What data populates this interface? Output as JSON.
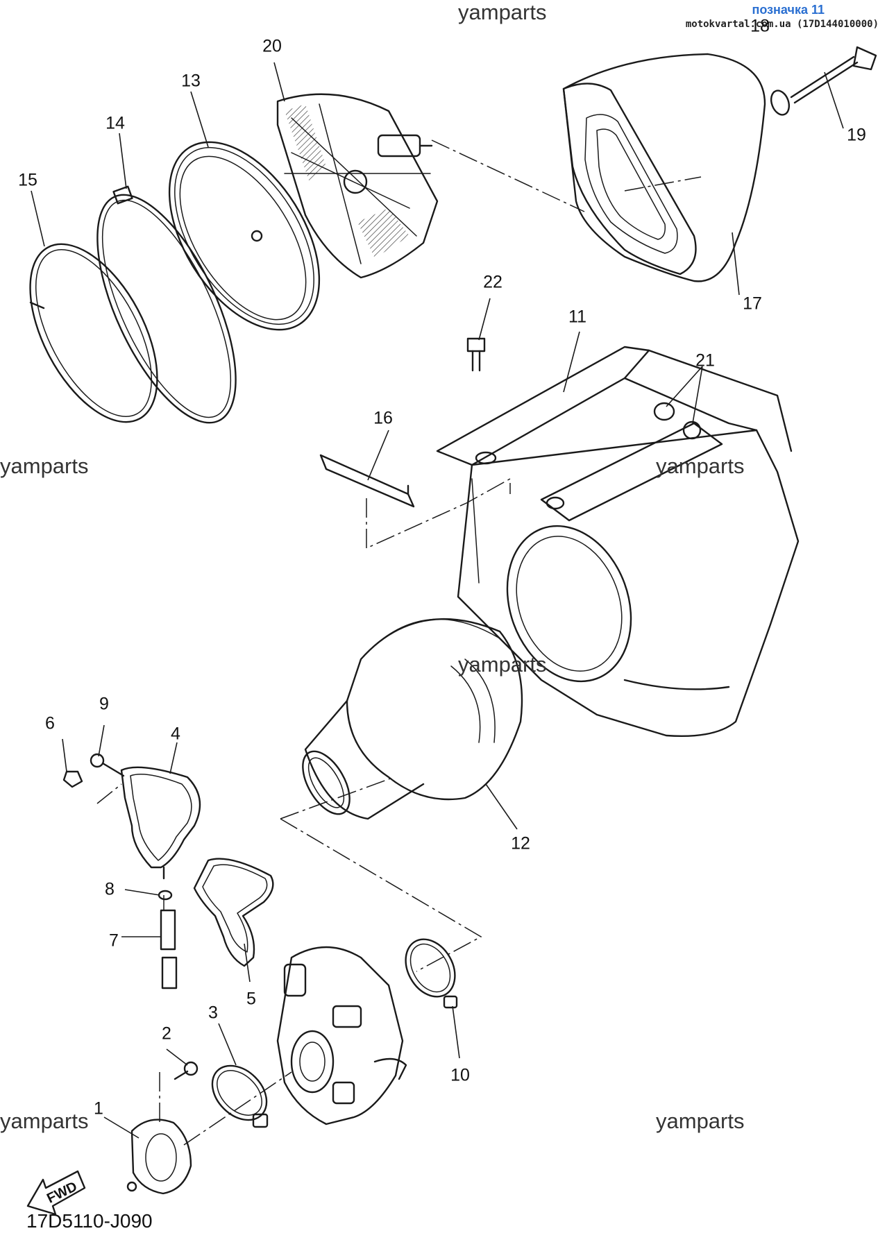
{
  "watermarks": [
    "yamparts",
    "yamparts",
    "yamparts",
    "yamparts",
    "yamparts",
    "yamparts"
  ],
  "header": {
    "tag_label": "позначка 11",
    "site_label": "motokvartal.com.ua (17D144010000)"
  },
  "reference_code": "17D5110-J090",
  "fwd_label": "FWD",
  "callouts": [
    "1",
    "2",
    "3",
    "4",
    "5",
    "6",
    "7",
    "8",
    "9",
    "10",
    "11",
    "12",
    "13",
    "14",
    "15",
    "16",
    "17",
    "18",
    "19",
    "20",
    "21",
    "22"
  ],
  "colors": {
    "line": "#1a1a1a",
    "background": "#ffffff",
    "tag": "#2a6fd1"
  }
}
